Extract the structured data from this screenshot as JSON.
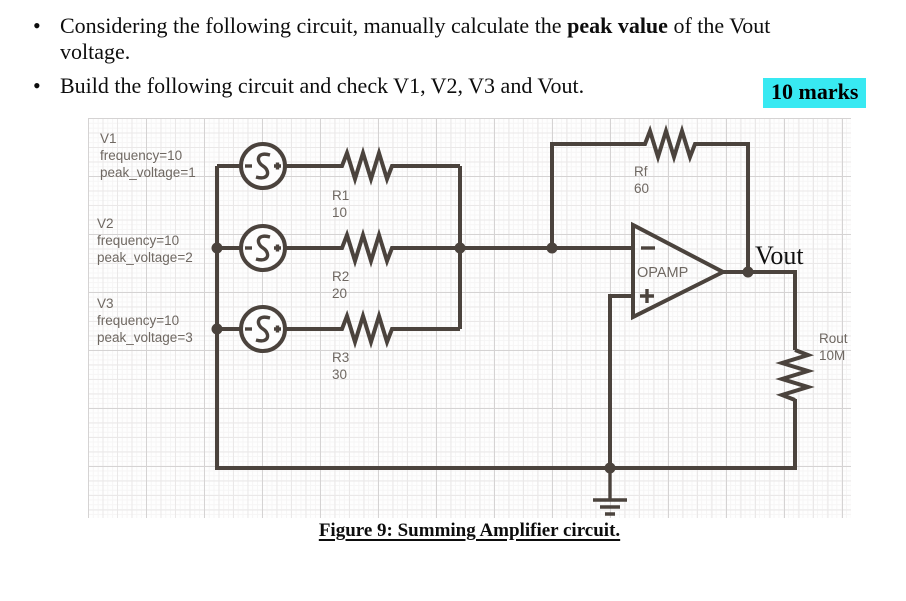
{
  "intro": {
    "item1_pre": "Considering the following circuit, manually calculate the ",
    "item1_bold": "peak value",
    "item1_post": " of the Vout",
    "item1_line2": "voltage.",
    "item2": "Build the following circuit and check V1, V2, V3 and Vout.",
    "marks_badge": "10 marks",
    "highlight_color": "#38e9f2",
    "bullet_glyph": "•"
  },
  "circuit": {
    "wire_color": "#4b433d",
    "label_color": "#6f6862",
    "sources": [
      {
        "name": "V1",
        "frequency": "frequency=10",
        "peak_voltage": "peak_voltage=1"
      },
      {
        "name": "V2",
        "frequency": "frequency=10",
        "peak_voltage": "peak_voltage=2"
      },
      {
        "name": "V3",
        "frequency": "frequency=10",
        "peak_voltage": "peak_voltage=3"
      }
    ],
    "resistors": [
      {
        "name": "R1",
        "value": "10"
      },
      {
        "name": "R2",
        "value": "20"
      },
      {
        "name": "R3",
        "value": "30"
      }
    ],
    "feedback_resistor": {
      "name": "Rf",
      "value": "60"
    },
    "opamp": {
      "label": "OPAMP",
      "inverting": "−",
      "noninverting": "+"
    },
    "output_label": "Vout",
    "output_resistor": {
      "name": "Rout",
      "value": "10M"
    }
  },
  "caption": "Figure 9: Summing Amplifier circuit."
}
